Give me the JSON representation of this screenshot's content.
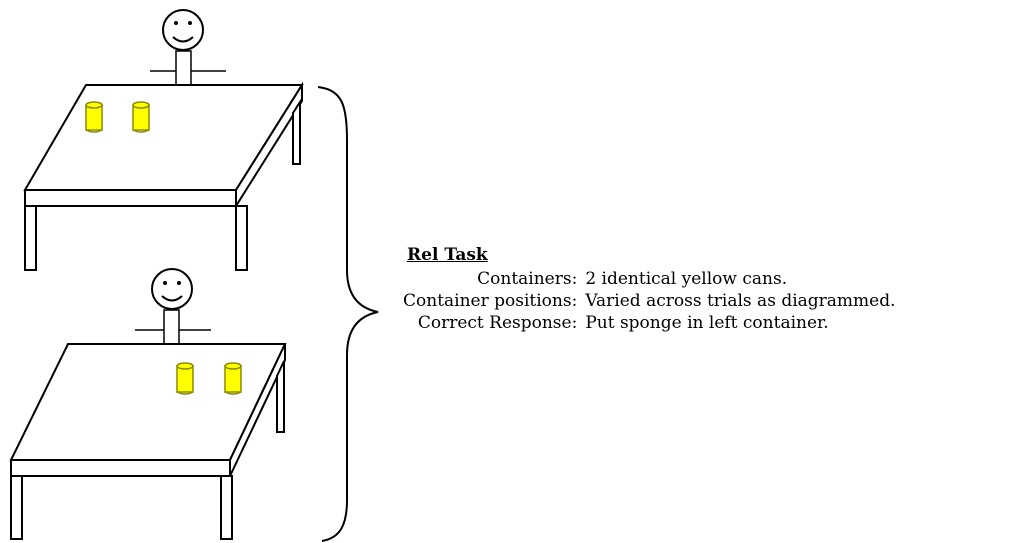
{
  "colors": {
    "stroke": "#000000",
    "can_fill": "#ffff00",
    "can_stroke": "#8c8c00",
    "background": "#ffffff"
  },
  "scenes": [
    {
      "name": "top-scene",
      "person": "smiley-stick-figure",
      "can_position": "left"
    },
    {
      "name": "bottom-scene",
      "person": "smiley-stick-figure",
      "can_position": "right"
    }
  ],
  "legend": {
    "heading": "Rel Task",
    "rows": [
      {
        "key": "Containers:",
        "value": "2 identical yellow cans."
      },
      {
        "key": "Container positions:",
        "value": "Varied across trials as diagrammed."
      },
      {
        "key": "Correct Response:",
        "value": "Put sponge in left container."
      }
    ]
  }
}
